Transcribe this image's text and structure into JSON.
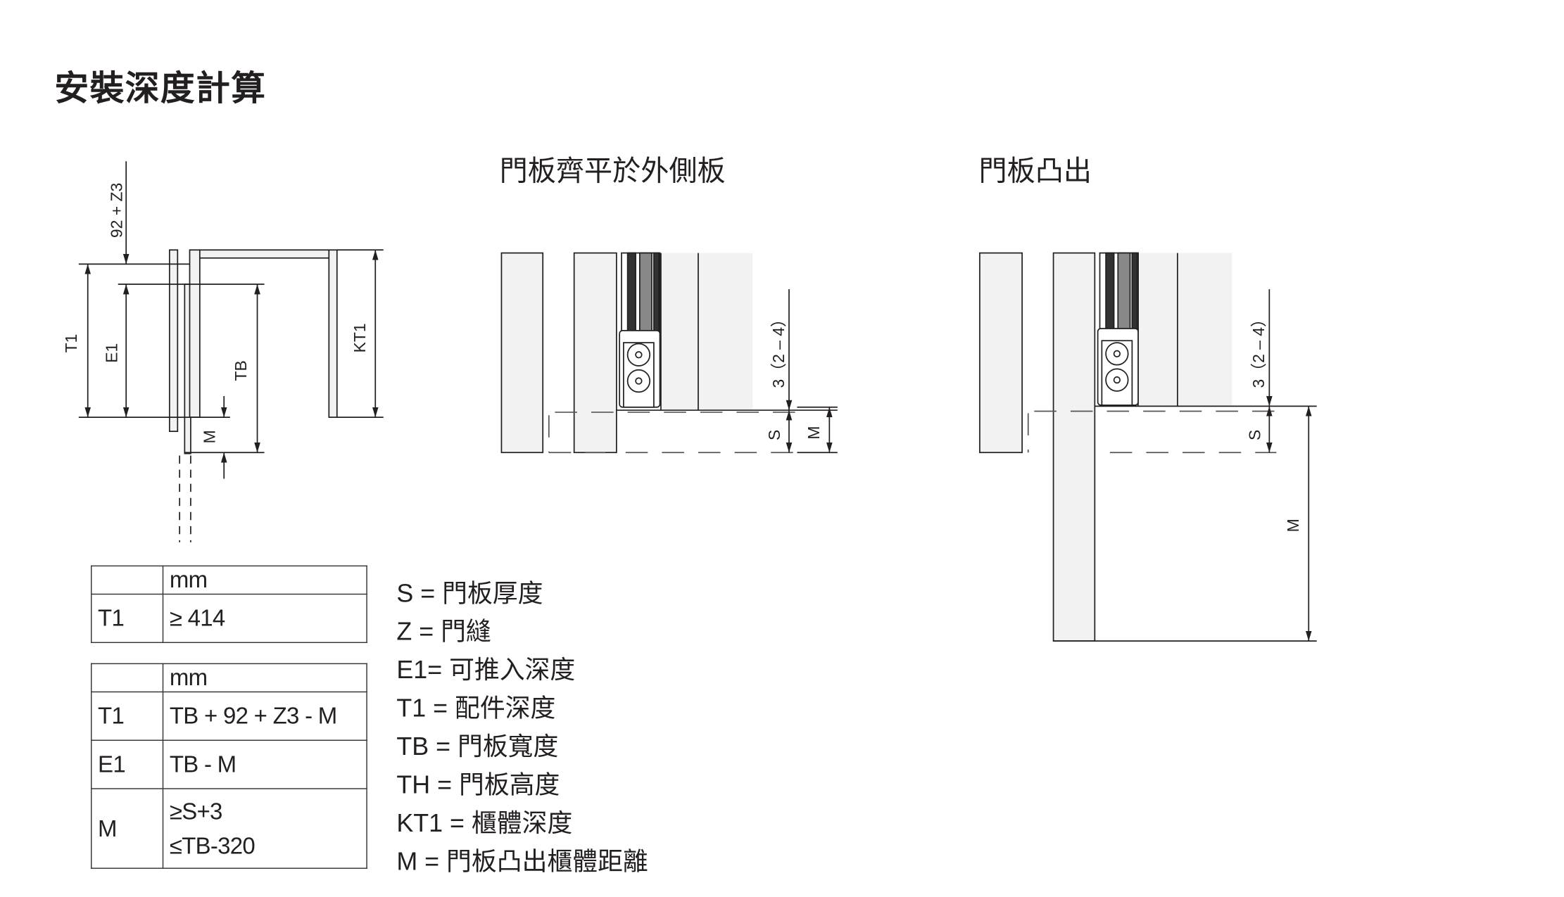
{
  "title": "安裝深度計算",
  "diagrams": {
    "left": {
      "labels": {
        "z": "92 + Z3",
        "t1": "T1",
        "e1": "E1",
        "tb": "TB",
        "kt1": "KT1",
        "m": "M"
      }
    },
    "flush": {
      "heading": "門板齊平於外側板",
      "labels": {
        "gap": "3（2 – 4）",
        "s": "S",
        "m": "M"
      }
    },
    "protrude": {
      "heading": "門板凸出",
      "labels": {
        "gap": "3（2 – 4）",
        "s": "S",
        "m": "M"
      }
    }
  },
  "table1": {
    "unit": "mm",
    "rows": [
      {
        "key": "T1",
        "value": "≥ 414"
      }
    ]
  },
  "table2": {
    "unit": "mm",
    "rows": [
      {
        "key": "T1",
        "value": "TB + 92 + Z3 - M"
      },
      {
        "key": "E1",
        "value": "TB - M"
      },
      {
        "key": "M",
        "value": "≥S+3",
        "value2": "≤TB-320"
      }
    ]
  },
  "legend": [
    "S = 門板厚度",
    "Z = 門縫",
    "E1= 可推入深度",
    "T1 = 配件深度",
    "TB = 門板寬度",
    "TH = 門板高度",
    "KT1 = 櫃體深度",
    "M = 門板凸出櫃體距離"
  ]
}
